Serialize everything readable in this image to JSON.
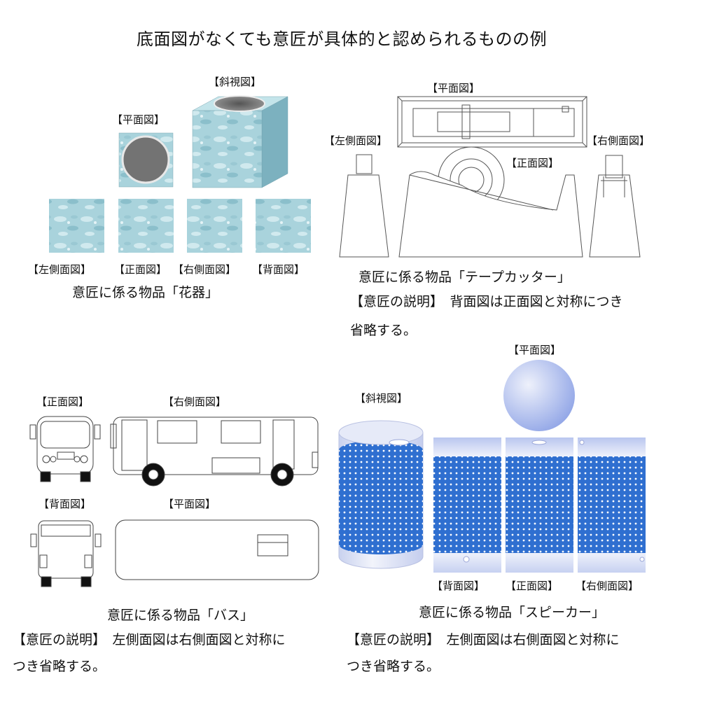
{
  "title": "底面図がなくても意匠が具体的と認められるものの例",
  "vase": {
    "perspective_label": "【斜視図】",
    "plan_label": "【平面図】",
    "left_label": "【左側面図】",
    "front_label": "【正面図】",
    "right_label": "【右側面図】",
    "back_label": "【背面図】",
    "caption": "意匠に係る物品「花器」"
  },
  "tape": {
    "plan_label": "【平面図】",
    "left_label": "【左側面図】",
    "front_label": "【正面図】",
    "right_label": "【右側面図】",
    "caption": "意匠に係る物品「テープカッター」",
    "desc_line1": "【意匠の説明】　背面図は正面図と対称につき",
    "desc_line2": "省略する。"
  },
  "bus": {
    "front_label": "【正面図】",
    "right_label": "【右側面図】",
    "back_label": "【背面図】",
    "plan_label": "【平面図】",
    "caption": "意匠に係る物品「バス」",
    "desc_line1": "【意匠の説明】　左側面図は右側面図と対称に",
    "desc_line2": "つき省略する。"
  },
  "speaker": {
    "plan_label": "【平面図】",
    "perspective_label": "【斜視図】",
    "back_label": "【背面図】",
    "front_label": "【正面図】",
    "right_label": "【右側面図】",
    "caption": "意匠に係る物品「スピーカー」",
    "desc_line1": "【意匠の説明】　左側面図は右側面図と対称に",
    "desc_line2": "つき省略する。"
  }
}
